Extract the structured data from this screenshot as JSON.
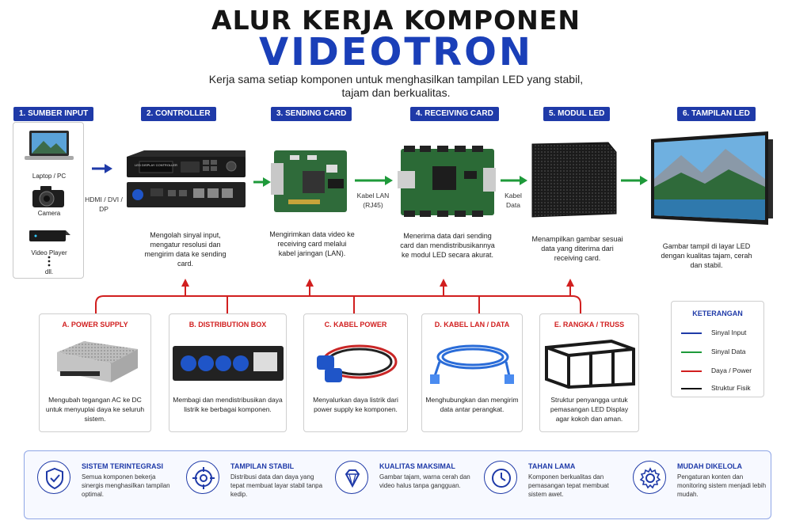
{
  "header": {
    "title_line1": "ALUR KERJA KOMPONEN",
    "title_line2": "VIDEOTRON",
    "subtitle": "Kerja sama setiap komponen untuk menghasilkan tampilan LED yang stabil, tajam dan berkualitas."
  },
  "steps": [
    {
      "label": "1. SUMBER INPUT",
      "items": [
        "Laptop / PC",
        "Camera",
        "Video Player",
        "dll."
      ]
    },
    {
      "label": "2. CONTROLLER",
      "device_text": "LED DISPLAY CONTROLLER",
      "desc": "Mengolah sinyal input, mengatur resolusi dan mengirim data ke sending card."
    },
    {
      "label": "3. SENDING CARD",
      "desc": "Mengirimkan data video ke receiving card melalui kabel jaringan (LAN)."
    },
    {
      "label": "4. RECEIVING CARD",
      "desc": "Menerima data dari sending card dan mendistribusikannya ke modul LED secara akurat."
    },
    {
      "label": "5. MODUL LED",
      "desc": "Menampilkan gambar sesuai data yang diterima dari receiving card."
    },
    {
      "label": "6. TAMPILAN LED",
      "desc": "Gambar tampil di layar LED dengan kualitas tajam, cerah dan stabil."
    }
  ],
  "connections": {
    "input_to_controller": "HDMI / DVI / DP",
    "sending_to_receiving": "Kabel LAN (RJ45)",
    "receiving_to_modul": "Kabel Data"
  },
  "support": [
    {
      "title": "A. POWER SUPPLY",
      "desc": "Mengubah tegangan AC ke DC untuk menyuplai daya ke seluruh sistem."
    },
    {
      "title": "B. DISTRIBUTION BOX",
      "desc": "Membagi dan mendistribusikan daya listrik ke berbagai komponen."
    },
    {
      "title": "C. KABEL POWER",
      "desc": "Menyalurkan daya listrik dari power supply ke komponen."
    },
    {
      "title": "D. KABEL LAN / DATA",
      "desc": "Menghubungkan dan mengirim data antar perangkat."
    },
    {
      "title": "E. RANGKA / TRUSS",
      "desc": "Struktur penyangga untuk pemasangan LED Display agar kokoh dan aman."
    }
  ],
  "legend": {
    "title": "KETERANGAN",
    "items": [
      {
        "label": "Sinyal Input",
        "color": "#1f3aa8"
      },
      {
        "label": "Sinyal Data",
        "color": "#1e9a3a"
      },
      {
        "label": "Daya / Power",
        "color": "#d11f1f"
      },
      {
        "label": "Struktur Fisik",
        "color": "#111111"
      }
    ]
  },
  "features": [
    {
      "title": "SISTEM TERINTEGRASI",
      "desc": "Semua komponen bekerja sinergis menghasilkan tampilan optimal.",
      "icon": "shield-icon"
    },
    {
      "title": "TAMPILAN STABIL",
      "desc": "Distribusi data dan daya yang tepat membuat layar stabil tanpa kedip.",
      "icon": "target-icon"
    },
    {
      "title": "KUALITAS MAKSIMAL",
      "desc": "Gambar tajam, warna cerah dan video halus tanpa gangguan.",
      "icon": "diamond-icon"
    },
    {
      "title": "TAHAN LAMA",
      "desc": "Komponen berkualitas dan pemasangan tepat membuat sistem awet.",
      "icon": "clock-icon"
    },
    {
      "title": "MUDAH DIKELOLA",
      "desc": "Pengaturan konten dan monitoring sistem menjadi lebih mudah.",
      "icon": "gear-icon"
    }
  ],
  "colors": {
    "brand": "#1f3aa8",
    "data": "#1e9a3a",
    "power": "#d11f1f"
  }
}
